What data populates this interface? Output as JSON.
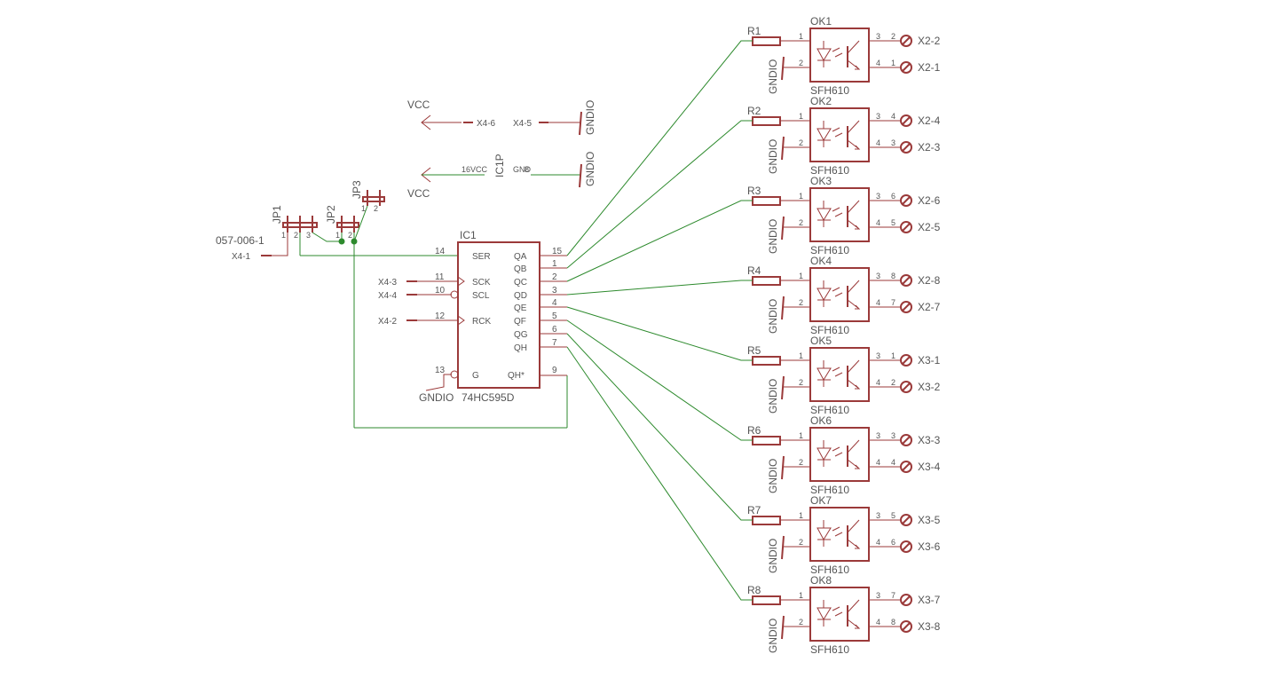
{
  "power": {
    "vcc1": "VCC",
    "vcc2": "VCC",
    "x4_6": "X4-6",
    "x4_5": "X4-5",
    "gndio1": "GNDIO",
    "gndio2": "GNDIO",
    "ic1p": "IC1P",
    "pin16": "16",
    "vcc_small": "VCC",
    "pin8": "8",
    "gnd_small": "GND"
  },
  "jumpers": {
    "connector_label": "057-006-1",
    "x4_1": "X4-1",
    "jp1": "JP1",
    "jp2": "JP2",
    "jp3": "JP3",
    "pins": [
      "1",
      "2",
      "3"
    ]
  },
  "ic1": {
    "name": "IC1",
    "part": "74HC595D",
    "gnd": "GNDIO",
    "left_pins": [
      {
        "name": "SER",
        "num": "14",
        "net": ""
      },
      {
        "name": "SCK",
        "num": "11",
        "net": "X4-3"
      },
      {
        "name": "SCL",
        "num": "10",
        "net": "X4-4"
      },
      {
        "name": "RCK",
        "num": "12",
        "net": "X4-2"
      },
      {
        "name": "G",
        "num": "13",
        "net": ""
      }
    ],
    "right_pins": [
      {
        "name": "QA",
        "num": "15"
      },
      {
        "name": "QB",
        "num": "1"
      },
      {
        "name": "QC",
        "num": "2"
      },
      {
        "name": "QD",
        "num": "3"
      },
      {
        "name": "QE",
        "num": "4"
      },
      {
        "name": "QF",
        "num": "5"
      },
      {
        "name": "QG",
        "num": "6"
      },
      {
        "name": "QH",
        "num": "7"
      },
      {
        "name": "QH*",
        "num": "9"
      }
    ]
  },
  "optos": [
    {
      "res": "R1",
      "name": "OK1",
      "part": "SFH610",
      "gnd": "GNDIO",
      "pins": [
        "1",
        "2",
        "3",
        "4"
      ],
      "out_top_pin": "2",
      "out_top": "X2-2",
      "out_bot_pin": "1",
      "out_bot": "X2-1"
    },
    {
      "res": "R2",
      "name": "OK2",
      "part": "SFH610",
      "gnd": "GNDIO",
      "pins": [
        "1",
        "2",
        "3",
        "4"
      ],
      "out_top_pin": "4",
      "out_top": "X2-4",
      "out_bot_pin": "3",
      "out_bot": "X2-3"
    },
    {
      "res": "R3",
      "name": "OK3",
      "part": "SFH610",
      "gnd": "GNDIO",
      "pins": [
        "1",
        "2",
        "3",
        "4"
      ],
      "out_top_pin": "6",
      "out_top": "X2-6",
      "out_bot_pin": "5",
      "out_bot": "X2-5"
    },
    {
      "res": "R4",
      "name": "OK4",
      "part": "SFH610",
      "gnd": "GNDIO",
      "pins": [
        "1",
        "2",
        "3",
        "4"
      ],
      "out_top_pin": "8",
      "out_top": "X2-8",
      "out_bot_pin": "7",
      "out_bot": "X2-7"
    },
    {
      "res": "R5",
      "name": "OK5",
      "part": "SFH610",
      "gnd": "GNDIO",
      "pins": [
        "1",
        "2",
        "3",
        "4"
      ],
      "out_top_pin": "1",
      "out_top": "X3-1",
      "out_bot_pin": "2",
      "out_bot": "X3-2"
    },
    {
      "res": "R6",
      "name": "OK6",
      "part": "SFH610",
      "gnd": "GNDIO",
      "pins": [
        "1",
        "2",
        "3",
        "4"
      ],
      "out_top_pin": "3",
      "out_top": "X3-3",
      "out_bot_pin": "4",
      "out_bot": "X3-4"
    },
    {
      "res": "R7",
      "name": "OK7",
      "part": "SFH610",
      "gnd": "GNDIO",
      "pins": [
        "1",
        "2",
        "3",
        "4"
      ],
      "out_top_pin": "5",
      "out_top": "X3-5",
      "out_bot_pin": "6",
      "out_bot": "X3-6"
    },
    {
      "res": "R8",
      "name": "OK8",
      "part": "SFH610",
      "gnd": "GNDIO",
      "pins": [
        "1",
        "2",
        "3",
        "4"
      ],
      "out_top_pin": "7",
      "out_top": "X3-7",
      "out_bot_pin": "8",
      "out_bot": "X3-8"
    }
  ],
  "colors": {
    "part": "#9b3a3a",
    "wire": "#2d8a2d",
    "text": "#555555",
    "background": "#ffffff"
  }
}
